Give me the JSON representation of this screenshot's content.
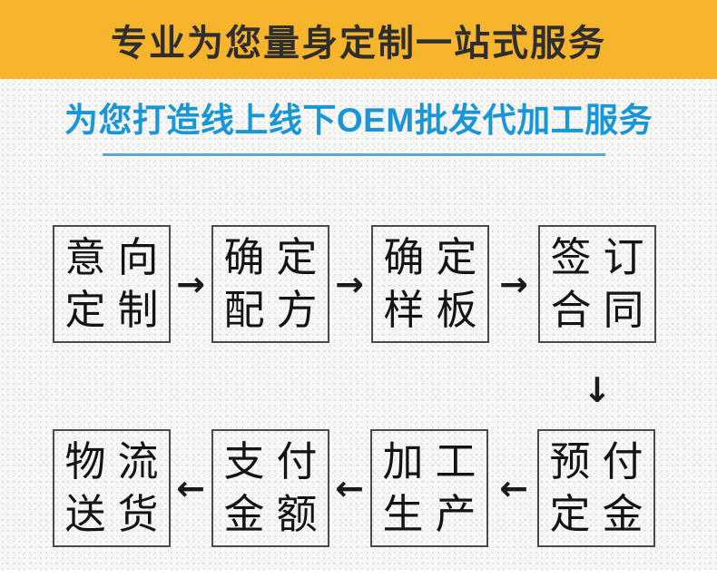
{
  "banner": {
    "title": "专业为您量身定制一站式服务"
  },
  "subtitle": {
    "text": "为您打造线上线下OEM批发代加工服务"
  },
  "flow": {
    "arrow_right": "→",
    "arrow_left": "←",
    "arrow_down": "↓",
    "steps_top": [
      {
        "line1": "意向",
        "line2": "定制"
      },
      {
        "line1": "确定",
        "line2": "配方"
      },
      {
        "line1": "确定",
        "line2": "样板"
      },
      {
        "line1": "签订",
        "line2": "合同"
      }
    ],
    "steps_bottom": [
      {
        "line1": "物流",
        "line2": "送货"
      },
      {
        "line1": "支付",
        "line2": "金额"
      },
      {
        "line1": "加工",
        "line2": "生产"
      },
      {
        "line1": "预付",
        "line2": "定金"
      }
    ]
  },
  "colors": {
    "banner_bg": "#F7B42D",
    "banner_text": "#2E2E2E",
    "subtitle_text": "#1896D6",
    "subtitle_underline": "#57A7DB",
    "box_border": "#4A4A4A",
    "box_text": "#141414",
    "arrow": "#1A1A1A"
  }
}
